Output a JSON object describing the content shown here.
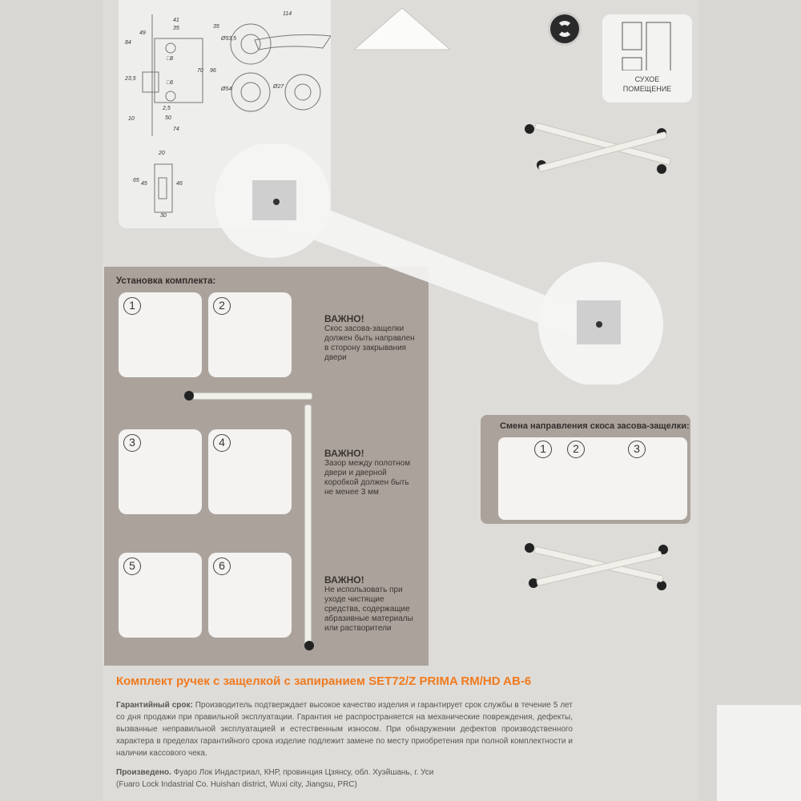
{
  "drawing": {
    "dimensions": [
      "114",
      "41",
      "35",
      "35",
      "49",
      "84",
      "Ø53,5",
      "□8",
      "70",
      "96",
      "23,5",
      "□6",
      "Ø54",
      "Ø27",
      "2,5",
      "10",
      "50",
      "74",
      "20",
      "65",
      "45",
      "46",
      "30"
    ]
  },
  "storage_icon": {
    "line1": "СУХОЕ",
    "line2": "ПОМЕЩЕНИЕ",
    "icon": "dry-room-icon"
  },
  "recycle_icon": "green-dot-recycle-icon",
  "installation": {
    "heading": "Установка комплекта:",
    "steps": [
      "1",
      "2",
      "3",
      "4",
      "5",
      "6"
    ]
  },
  "notes": [
    {
      "title": "ВАЖНО!",
      "text": "Скос засова-защелки должен быть направлен в сторону закрывания двери"
    },
    {
      "title": "ВАЖНО!",
      "text": "Зазор между полотном двери и дверной коробкой должен быть не менее 3 мм"
    },
    {
      "title": "ВАЖНО!",
      "text": "Не использовать при уходе чистящие средства, содержащие абразивные материалы или растворители"
    }
  ],
  "latch_change": {
    "heading": "Смена направления скоса засова-защелки:",
    "steps": [
      "1",
      "2",
      "3"
    ]
  },
  "product_title": "Комплект ручек с защелкой с запиранием SET72/Z PRIMA RM/HD AB-6",
  "warranty": {
    "label": "Гарантийный срок:",
    "text": "Производитель подтверждает высокое качество изделия и гарантирует срок службы в течение 5 лет со дня продажи при правильной эксплуатации. Гарантия не распространяется на механические повреждения, дефекты, вызванные неправильной эксплуатацией и естественным износом. При обнаружении дефектов производственного характера в пределах гарантийного срока изделие подлежит замене по месту приобретения при полной комплектности и наличии кассового чека."
  },
  "manufacturer": {
    "label": "Произведено.",
    "text": "Фуаро Лок Индастриал, КНР, провинция Цзянсу, обл. Хуэйшань, г. Уси",
    "text_en": "(Fuaro Lock Indastrial Co. Huishan district, Wuxi city, Jiangsu, PRC)"
  },
  "colors": {
    "title_orange": "#f07a1e",
    "panel_brown": "#aba29c",
    "card": "#dedcd8"
  }
}
